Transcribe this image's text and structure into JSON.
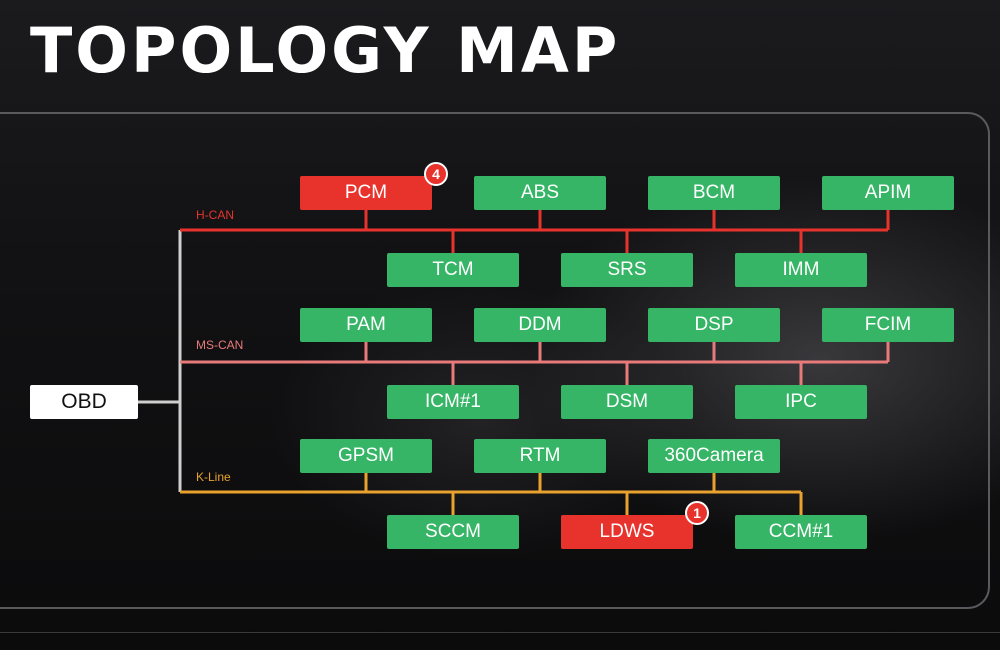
{
  "title": "TOPOLOGY MAP",
  "obd": "OBD",
  "colors": {
    "hcan": "#e8332d",
    "mscan": "#e87a7a",
    "kline": "#e8a22d",
    "trunk": "#cfcfcf",
    "ok": "#35b565",
    "error": "#e8332d"
  },
  "buses": {
    "hcan": "H-CAN",
    "mscan": "MS-CAN",
    "kline": "K-Line"
  },
  "hcan": {
    "top": [
      {
        "label": "PCM",
        "status": "error",
        "badge": "4"
      },
      {
        "label": "ABS",
        "status": "ok"
      },
      {
        "label": "BCM",
        "status": "ok"
      },
      {
        "label": "APIM",
        "status": "ok"
      }
    ],
    "bottom": [
      {
        "label": "TCM",
        "status": "ok"
      },
      {
        "label": "SRS",
        "status": "ok"
      },
      {
        "label": "IMM",
        "status": "ok"
      }
    ]
  },
  "mscan": {
    "top": [
      {
        "label": "PAM",
        "status": "ok"
      },
      {
        "label": "DDM",
        "status": "ok"
      },
      {
        "label": "DSP",
        "status": "ok"
      },
      {
        "label": "FCIM",
        "status": "ok"
      }
    ],
    "bottom": [
      {
        "label": "ICM#1",
        "status": "ok"
      },
      {
        "label": "DSM",
        "status": "ok"
      },
      {
        "label": "IPC",
        "status": "ok"
      }
    ]
  },
  "kline": {
    "top": [
      {
        "label": "GPSM",
        "status": "ok"
      },
      {
        "label": "RTM",
        "status": "ok"
      },
      {
        "label": "360Camera",
        "status": "ok"
      }
    ],
    "bottom": [
      {
        "label": "SCCM",
        "status": "ok"
      },
      {
        "label": "LDWS",
        "status": "error",
        "badge": "1"
      },
      {
        "label": "CCM#1",
        "status": "ok"
      }
    ]
  }
}
